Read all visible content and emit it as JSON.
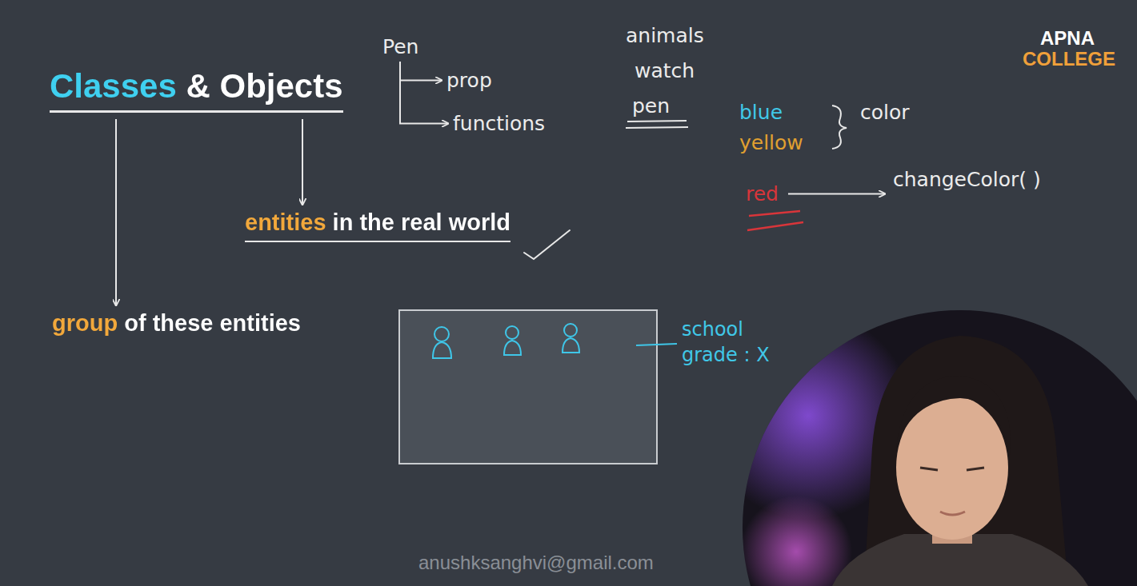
{
  "diagram": {
    "nodes": [
      {
        "text": [
          "Classes & Objects"
        ]
      },
      {
        "text": [
          "entities in the real world"
        ]
      },
      {
        "text": [
          "group of these entities"
        ]
      },
      {
        "text": [
          "Pen"
        ]
      },
      {
        "text": [
          "prop"
        ]
      },
      {
        "text": [
          "functions"
        ]
      },
      {
        "text": [
          "red"
        ]
      },
      {
        "text": [
          "changeColor( )"
        ]
      }
    ],
    "edges": [
      {
        "from": 0,
        "to": 1,
        "arrow": "to"
      },
      {
        "from": 0,
        "to": 2,
        "arrow": "to"
      },
      {
        "from": 3,
        "to": 4,
        "arrow": "to"
      },
      {
        "from": 3,
        "to": 5,
        "arrow": "to"
      },
      {
        "from": 6,
        "to": 7,
        "arrow": "to"
      }
    ],
    "labels": [
      "animals",
      "watch",
      "pen",
      "blue",
      "yellow",
      "color",
      "school grade : X",
      "APNA",
      "COLLEGE",
      "anushksanghvi@gmail.com"
    ]
  }
}
